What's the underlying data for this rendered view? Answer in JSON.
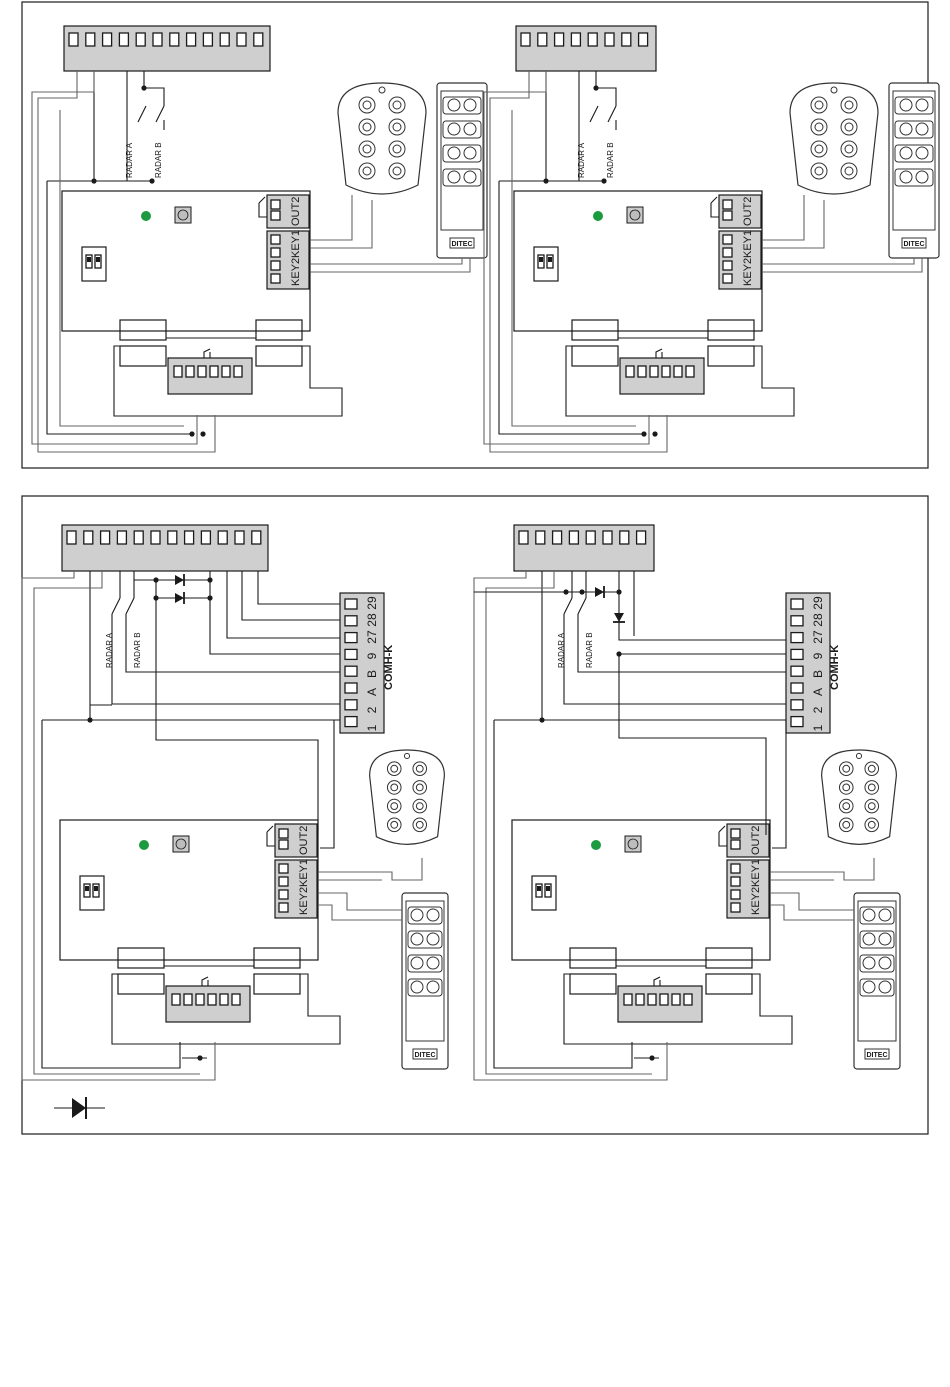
{
  "labels": {
    "radar_a": "RADAR A",
    "radar_b": "RADAR B",
    "out2": "OUT2",
    "key1": "KEY1",
    "key2": "KEY2",
    "comh_k": "COMH-K",
    "comh_terminals": [
      "1",
      "2",
      "A",
      "B",
      "9",
      "27",
      "28",
      "29"
    ],
    "logo": "DITEC"
  },
  "colors": {
    "led": "#1b9a3f",
    "terminal_block": "#cfcfcf",
    "line": "#1a1a1a"
  },
  "icons": {
    "diode": "diode-symbol-icon",
    "remote_oval": "oval-keypad-remote-icon",
    "remote_slim": "slim-remote-icon"
  }
}
